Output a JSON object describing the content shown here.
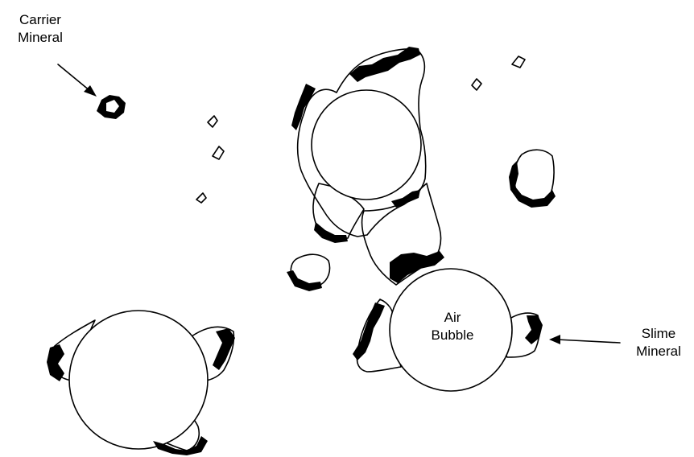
{
  "labels": {
    "carrier": {
      "line1": "Carrier",
      "line2": "Mineral"
    },
    "bubble": {
      "line1": "Air",
      "line2": "Bubble"
    },
    "slime": {
      "line1": "Slime",
      "line2": "Mineral"
    }
  },
  "colors": {
    "background": "#ffffff",
    "ink": "#000000"
  }
}
